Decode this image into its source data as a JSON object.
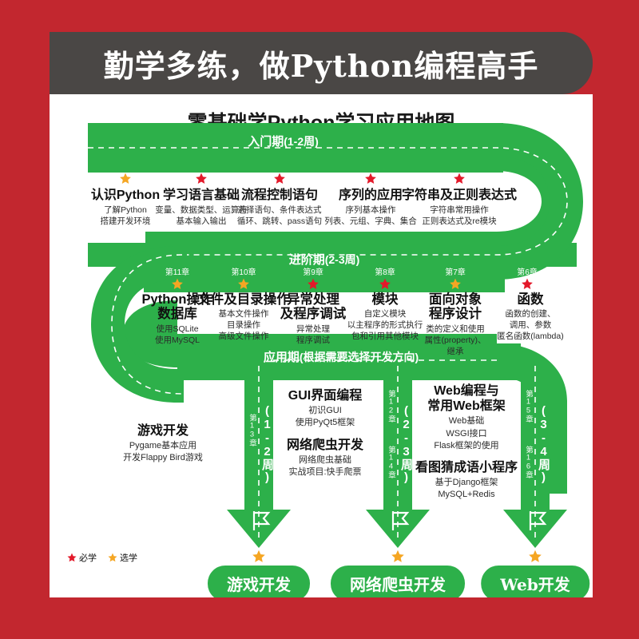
{
  "colors": {
    "brand_red": "#c2272f",
    "header_gray": "#4a4745",
    "road_green": "#2db04a",
    "star_required": "#e3192a",
    "star_optional": "#f5a623",
    "white": "#ffffff"
  },
  "header": {
    "title": "勤学多练，做Python编程高手"
  },
  "subtitle": "零基础学Python学习应用地图",
  "phases": [
    {
      "id": "beginner",
      "name": "入门期",
      "duration": "(1-2周)"
    },
    {
      "id": "advanced",
      "name": "进阶期",
      "duration": "(2-3周)"
    },
    {
      "id": "applied",
      "name": "应用期",
      "duration": "(根据需要选择开发方向)"
    }
  ],
  "legend": [
    {
      "label": "必学",
      "color": "#e3192a"
    },
    {
      "label": "选学",
      "color": "#f5a623"
    }
  ],
  "beginner_topics": [
    {
      "star": "optional",
      "heading": [
        "认识Python"
      ],
      "sub": [
        "了解Python",
        "搭建开发环境"
      ]
    },
    {
      "star": "required",
      "heading": [
        "学习语言基础"
      ],
      "sub": [
        "变量、数据类型、运算符",
        "基本输入输出"
      ]
    },
    {
      "star": "required",
      "heading": [
        "流程控制语句"
      ],
      "sub": [
        "选择语句、条件表达式",
        "循环、跳转、pass语句"
      ]
    },
    {
      "star": "required",
      "heading": [
        "序列的应用"
      ],
      "sub": [
        "序列基本操作",
        "列表、元组、字典、集合"
      ]
    },
    {
      "star": "required",
      "heading": [
        "字符串及正则表达式"
      ],
      "sub": [
        "字符串常用操作",
        "正则表达式及re模块"
      ]
    }
  ],
  "advanced_topics": [
    {
      "chapter": "第11章",
      "star": "optional",
      "heading": [
        "Python操作",
        "数据库"
      ],
      "sub": [
        "使用SQLite",
        "使用MySQL"
      ]
    },
    {
      "chapter": "第10章",
      "star": "optional",
      "heading": [
        "文件及目录操作"
      ],
      "sub": [
        "基本文件操作",
        "目录操作",
        "高级文件操作"
      ]
    },
    {
      "chapter": "第9章",
      "star": "required",
      "heading": [
        "异常处理",
        "及程序调试"
      ],
      "sub": [
        "异常处理",
        "程序调试"
      ]
    },
    {
      "chapter": "第8章",
      "star": "required",
      "heading": [
        "模块"
      ],
      "sub": [
        "自定义模块",
        "以主程序的形式执行",
        "包和引用其他模块"
      ]
    },
    {
      "chapter": "第7章",
      "star": "optional",
      "heading": [
        "面向对象",
        "程序设计"
      ],
      "sub": [
        "类的定义和使用",
        "属性(property)、",
        "继承"
      ]
    },
    {
      "chapter": "第6章",
      "star": "required",
      "heading": [
        "函数"
      ],
      "sub": [
        "函数的创建、",
        "调用、参数",
        "匿名函数(lambda)"
      ]
    }
  ],
  "branches": [
    {
      "id": "game",
      "week": "(1-2周)",
      "chapters": [
        "第13章"
      ],
      "groups": [
        {
          "heading": "游戏开发",
          "sub": [
            "Pygame基本应用",
            "开发Flappy Bird游戏"
          ]
        }
      ],
      "result_star": "optional",
      "result_label": "游戏开发"
    },
    {
      "id": "spider",
      "week": "(2-3周)",
      "chapters": [
        "第12章",
        "第14章"
      ],
      "groups": [
        {
          "heading": "GUI界面编程",
          "sub": [
            "初识GUI",
            "使用PyQt5框架"
          ]
        },
        {
          "heading": "网络爬虫开发",
          "sub": [
            "网络爬虫基础",
            "实战项目:快手爬票"
          ]
        }
      ],
      "result_star": "optional",
      "result_label": "网络爬虫开发"
    },
    {
      "id": "web",
      "week": "(3-4周)",
      "chapters": [
        "第15章",
        "第16章"
      ],
      "groups": [
        {
          "heading": "Web编程与\n常用Web框架",
          "sub": [
            "Web基础",
            "WSGI接口",
            "Flask框架的使用"
          ]
        },
        {
          "heading": "看图猜成语小程序",
          "sub": [
            "基于Django框架",
            "MySQL+Redis"
          ]
        }
      ],
      "result_star": "optional",
      "result_label": "Web开发"
    }
  ]
}
